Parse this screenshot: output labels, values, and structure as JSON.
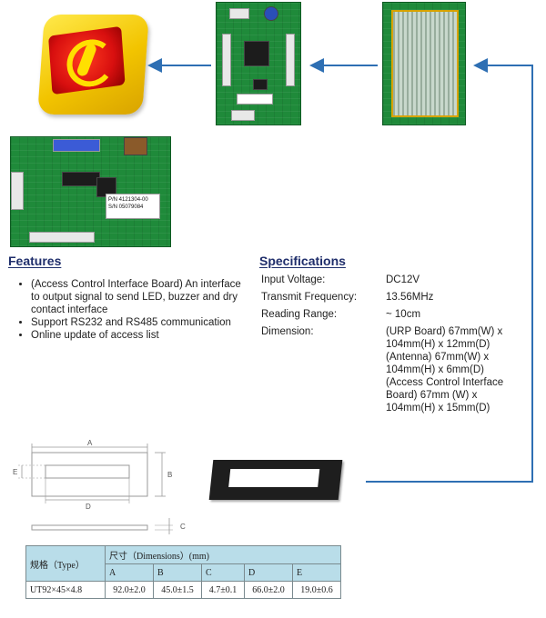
{
  "features": {
    "heading": "Features",
    "items": [
      "(Access Control Interface Board) An interface to output signal to send LED, buzzer and dry contact interface",
      "Support RS232 and RS485 communication",
      "Online update of access list"
    ]
  },
  "specifications": {
    "heading": "Specifications",
    "rows": [
      {
        "label": "Input Voltage:",
        "value": "DC12V"
      },
      {
        "label": "Transmit Frequency:",
        "value": "13.56MHz"
      },
      {
        "label": "Reading Range:",
        "value": "~ 10cm"
      },
      {
        "label": "Dimension:",
        "value": "(URP Board) 67mm(W) x 104mm(H) x 12mm(D) (Antenna) 67mm(W) x 104mm(H) x 6mm(D) (Access Control Interface Board) 67mm (W) x 104mm(H) x 15mm(D)"
      }
    ]
  },
  "drawing": {
    "label_a": "A",
    "label_b": "B",
    "label_c": "C",
    "label_d": "D",
    "label_e": "E"
  },
  "pcb_labels": {
    "part_number": "P/N 4121304-00",
    "serial_number": "S/N 05079084"
  },
  "table": {
    "type_header": "规格（Type）",
    "dimensions_header": "尺寸（Dimensions）(mm)",
    "columns": [
      "A",
      "B",
      "C",
      "D",
      "E"
    ],
    "rows": [
      {
        "type": "UT92×45×4.8",
        "values": [
          "92.0±2.0",
          "45.0±1.5",
          "4.7±0.1",
          "66.0±2.0",
          "19.0±0.6"
        ]
      }
    ]
  },
  "colors": {
    "heading": "#1f2e6b",
    "arrow": "#2e6fb3",
    "pcb_green": "#1f8a3a",
    "reader_yellow": "#f2c400",
    "table_header": "#b9dde9"
  }
}
